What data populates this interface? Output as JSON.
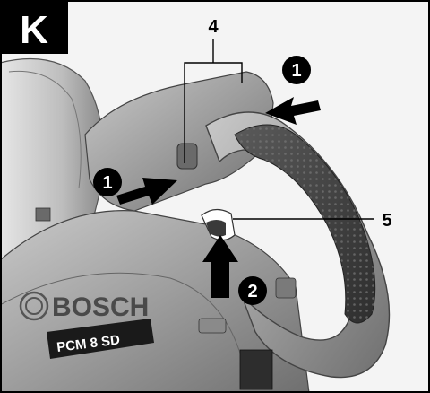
{
  "figure": {
    "panel_letter": "K",
    "brand_text": "BOSCH",
    "model_text": "PCM 8 SD",
    "callouts": {
      "part_4": "4",
      "part_5": "5",
      "step_1_top": "1",
      "step_1_left": "1",
      "step_2": "2"
    }
  },
  "colors": {
    "frame": "#000000",
    "badge_bg": "#000000",
    "badge_fg": "#ffffff",
    "tool_body": "#9a9a9a",
    "tool_dark": "#4a4a4a",
    "grip": "#3f3f3f",
    "arrow": "#000000"
  }
}
